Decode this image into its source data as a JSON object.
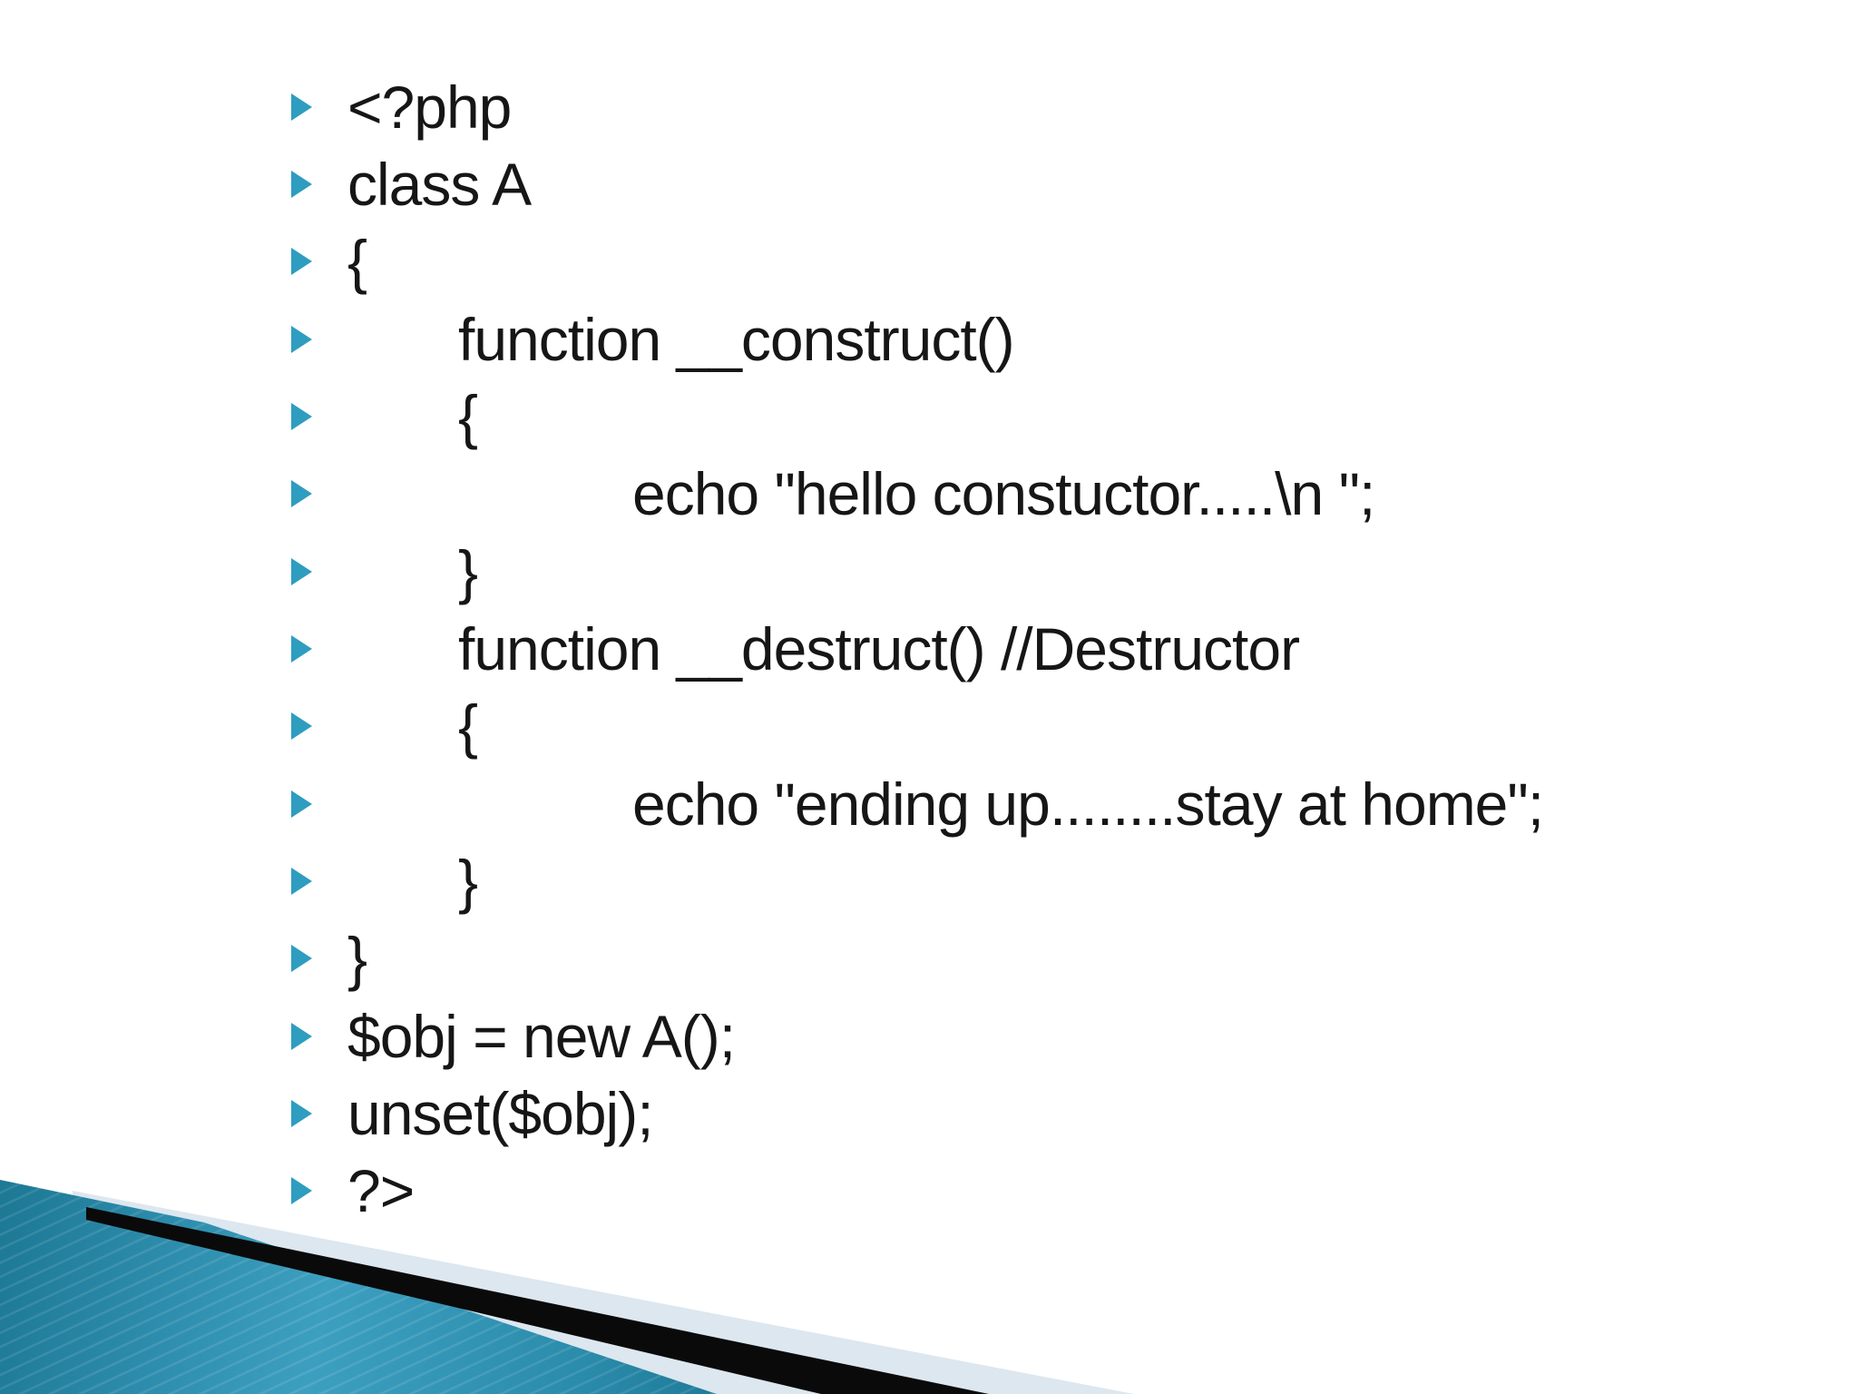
{
  "slide": {
    "background": "#ffffff",
    "text_color": "#161616",
    "bullet_color": "#2e9dc0",
    "bullet_icon": "triangle-right",
    "code_lines": [
      {
        "indent": 0,
        "text": "<?php"
      },
      {
        "indent": 0,
        "text": "class A"
      },
      {
        "indent": 0,
        "text": "{"
      },
      {
        "indent": 1,
        "text": "function __construct()"
      },
      {
        "indent": 1,
        "text": "{"
      },
      {
        "indent": 2,
        "text": "echo \"hello constuctor.....\\n \";"
      },
      {
        "indent": 1,
        "text": "}"
      },
      {
        "indent": 1,
        "text": "function __destruct() //Destructor"
      },
      {
        "indent": 1,
        "text": "{"
      },
      {
        "indent": 2,
        "text": "echo \"ending up........stay at home\";"
      },
      {
        "indent": 1,
        "text": "}"
      },
      {
        "indent": 0,
        "text": "}"
      },
      {
        "indent": 0,
        "text": "$obj = new A();"
      },
      {
        "indent": 0,
        "text": "unset($obj);"
      },
      {
        "indent": 0,
        "text": "?>"
      }
    ],
    "decor": {
      "teal_dark": "#1d7996",
      "teal_mid": "#3d9fc0",
      "teal_mid2": "#2b8cab",
      "teal_deep": "#1f7b99",
      "pale": "#dce7ef",
      "black": "#0a0a0a",
      "texture_line": "rgba(255,255,255,0.10)"
    }
  }
}
